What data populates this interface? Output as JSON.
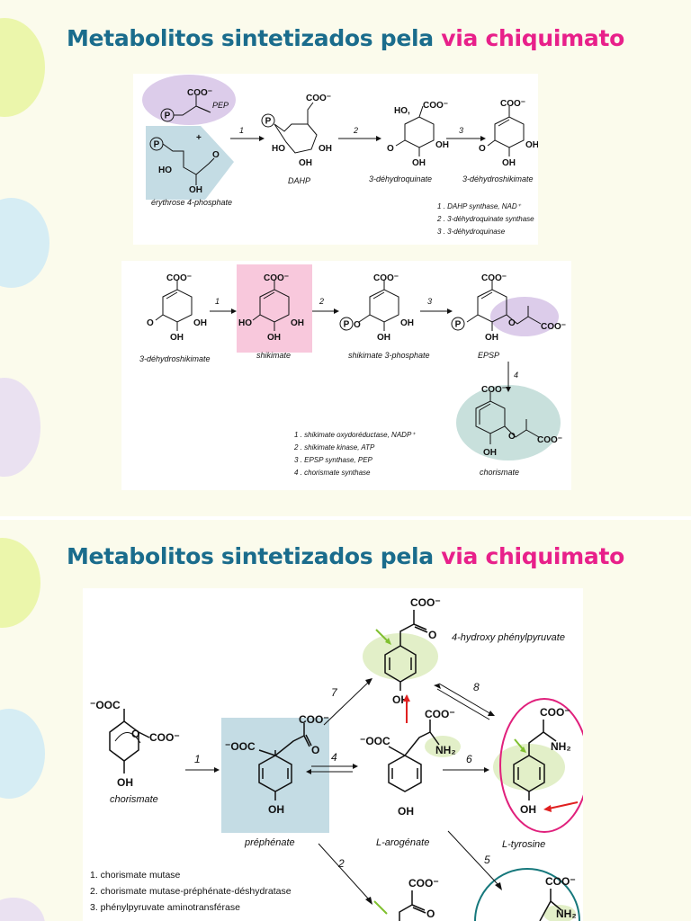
{
  "slide1": {
    "title_a": "Metabolitos sintetizados pela ",
    "title_b": "via chiquimato",
    "labels": {
      "pep": "PEP",
      "e4p": "érythrose 4-phosphate",
      "dahp": "DAHP",
      "dhq": "3-déhydroquinate",
      "dhs_top": "3-déhydroshikimate",
      "dhs": "3-déhydroshikimate",
      "shik": "shikimate",
      "s3p": "shikimate 3-phosphate",
      "epsp": "EPSP",
      "chor": "chorismate"
    },
    "legend_top": [
      "1 . DAHP synthase, NAD⁺",
      "2 . 3-déhydroquinate synthase",
      "3 . 3-déhydroquinase"
    ],
    "legend_bottom": [
      "1 . shikimate oxydoréductase, NADP⁺",
      "2 . shikimate kinase, ATP",
      "3 . EPSP synthase, PEP",
      "4 . chorismate synthase"
    ],
    "steps_top": [
      "1",
      "2",
      "3"
    ],
    "steps_bottom": [
      "1",
      "2",
      "3",
      "4"
    ],
    "atoms": {
      "coo": "COO⁻",
      "oh": "OH",
      "ho": "HO",
      "o": "O",
      "p": "P",
      "plus": "+",
      "hoc": "HO,"
    }
  },
  "slide2": {
    "title_a": "Metabolitos sintetizados pela ",
    "title_b": "via chiquimato",
    "labels": {
      "hpp": "4-hydroxy phénylpyruvate",
      "chor": "chorismate",
      "prep": "préphénate",
      "arog": "L-arogénate",
      "tyr": "L-tyrosine"
    },
    "legend": [
      "1.  chorismate mutase",
      "2. chorismate mutase-préphénate-déshydratase",
      "3. phénylpyruvate aminotransférase"
    ],
    "steps": [
      "1",
      "2",
      "4",
      "5",
      "6",
      "7",
      "8"
    ],
    "atoms": {
      "coo": "COO⁻",
      "ooc": "⁻OOC",
      "oh": "OH",
      "o": "O",
      "nh2": "NH₂"
    }
  },
  "colors": {
    "title_blue": "#1a6c8c",
    "title_pink": "#e8208a",
    "purple_hl": "#dcccea",
    "blue_hl": "#c4dce4",
    "pink_hl": "#f8c8dc",
    "teal_hl": "#c8e0dc",
    "green_hl": "#e2efc8",
    "ring_pink": "#e0207c",
    "ring_teal": "#16787c",
    "arrow_red": "#e02020",
    "arrow_green": "#80c030"
  }
}
